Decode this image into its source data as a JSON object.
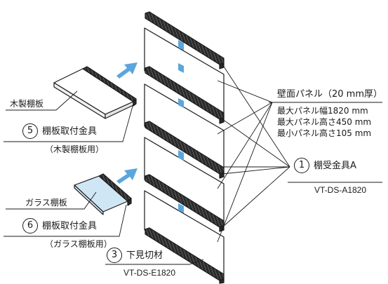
{
  "labels": {
    "wood_shelf": "木製棚板",
    "part5_number": "5",
    "part5_name": "棚板取付金具",
    "part5_note": "（木製棚板用）",
    "glass_shelf": "ガラス棚板",
    "part6_number": "6",
    "part6_name": "棚板取付金具",
    "part6_note": "（ガラス棚板用）",
    "part3_number": "3",
    "part3_name": "下見切材",
    "part3_code": "VT-DS-E1820",
    "panel_title": "壁面パネル（20 mm厚）",
    "panel_spec1": "最大パネル幅1820 mm",
    "panel_spec2": "最大パネル高さ450 mm",
    "panel_spec3": "最小パネル高さ105 mm",
    "part1_number": "1",
    "part1_name": "棚受金具A",
    "part1_code": "VT-DS-A1820"
  },
  "colors": {
    "arrow": "#5ba6dc",
    "rail": "#2a2a2a",
    "panel_stroke": "#1a1a1a",
    "glass": "#cfe6f5",
    "joint": "#5ba6dc"
  }
}
